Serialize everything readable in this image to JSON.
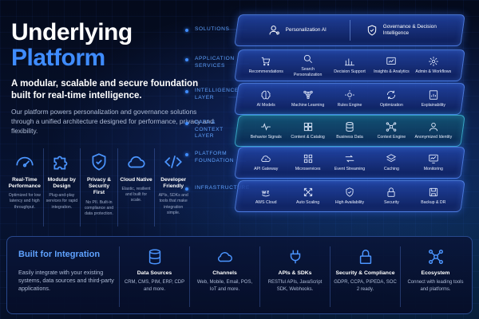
{
  "hero": {
    "title_line1": "Underlying",
    "title_line2": "Platform",
    "subtitle": "A modular, scalable and secure foundation built for real-time intelligence.",
    "description": "Our platform powers personalization and governance solutions through a unified architecture designed for performance, privacy and flexibility."
  },
  "features": [
    {
      "icon": "speedometer-icon",
      "title": "Real-Time Performance",
      "desc": "Optimized for low latency and high throughput."
    },
    {
      "icon": "puzzle-icon",
      "title": "Modular by Design",
      "desc": "Plug-and-play services for rapid integration."
    },
    {
      "icon": "shield-check-icon",
      "title": "Privacy & Security First",
      "desc": "No PII. Built-in compliance and data protection."
    },
    {
      "icon": "cloud-icon",
      "title": "Cloud Native",
      "desc": "Elastic, resilient and built for scale."
    },
    {
      "icon": "code-icon",
      "title": "Developer Friendly",
      "desc": "APIs, SDKs and tools that make integration simple."
    }
  ],
  "layers": {
    "solutions": {
      "label": "SOLUTIONS",
      "items": [
        {
          "icon": "user-gear-icon",
          "label": "Personalization AI"
        },
        {
          "icon": "shield-check-icon",
          "label": "Governance & Decision Intelligence"
        }
      ]
    },
    "application": {
      "label": "APPLICATION SERVICES",
      "items": [
        {
          "icon": "cart-icon",
          "label": "Recommendations"
        },
        {
          "icon": "search-icon",
          "label": "Search Personalization"
        },
        {
          "icon": "chart-icon",
          "label": "Decision Support"
        },
        {
          "icon": "analytics-icon",
          "label": "Insights & Analytics"
        },
        {
          "icon": "gear-icon",
          "label": "Admin & Workflows"
        }
      ]
    },
    "intelligence": {
      "label": "INTELLIGENCE LAYER",
      "items": [
        {
          "icon": "brain-icon",
          "label": "AI Models"
        },
        {
          "icon": "network-icon",
          "label": "Machine Learning"
        },
        {
          "icon": "rules-icon",
          "label": "Rules Engine"
        },
        {
          "icon": "optimize-icon",
          "label": "Optimization"
        },
        {
          "icon": "explain-icon",
          "label": "Explainability"
        }
      ]
    },
    "data": {
      "label": "DATA & CONTEXT LAYER",
      "items": [
        {
          "icon": "pulse-icon",
          "label": "Behavior Signals"
        },
        {
          "icon": "catalog-icon",
          "label": "Content & Catalog"
        },
        {
          "icon": "database-icon",
          "label": "Business Data"
        },
        {
          "icon": "context-icon",
          "label": "Context Engine"
        },
        {
          "icon": "identity-icon",
          "label": "Anonymized Identity"
        }
      ]
    },
    "foundation": {
      "label": "PLATFORM FOUNDATION",
      "items": [
        {
          "icon": "gateway-icon",
          "label": "API Gateway"
        },
        {
          "icon": "grid-icon",
          "label": "Microservices"
        },
        {
          "icon": "stream-icon",
          "label": "Event Streaming"
        },
        {
          "icon": "cache-icon",
          "label": "Caching"
        },
        {
          "icon": "monitor-icon",
          "label": "Monitoring"
        }
      ]
    },
    "infrastructure": {
      "label": "INFRASTRUCTURE",
      "items": [
        {
          "icon": "aws-icon",
          "label": "AWS Cloud"
        },
        {
          "icon": "scale-icon",
          "label": "Auto Scaling"
        },
        {
          "icon": "availability-icon",
          "label": "High Availability"
        },
        {
          "icon": "lock-icon",
          "label": "Security"
        },
        {
          "icon": "backup-icon",
          "label": "Backup & DR"
        }
      ]
    }
  },
  "integration": {
    "title": "Built for Integration",
    "description": "Easily integrate with your existing systems, data sources and third-party applications.",
    "items": [
      {
        "icon": "database-icon",
        "title": "Data Sources",
        "desc": "CRM, CMS, PIM, ERP, CDP and more."
      },
      {
        "icon": "cloud-icon",
        "title": "Channels",
        "desc": "Web, Mobile, Email, POS, IoT and more."
      },
      {
        "icon": "plug-icon",
        "title": "APIs & SDKs",
        "desc": "RESTful APIs, JavaScript SDK, Webhooks."
      },
      {
        "icon": "lock-icon",
        "title": "Security & Compliance",
        "desc": "GDPR, CCPA, PIPEDA, SOC 2 ready."
      },
      {
        "icon": "ecosystem-icon",
        "title": "Ecosystem",
        "desc": "Connect with leading tools and platforms."
      }
    ]
  }
}
